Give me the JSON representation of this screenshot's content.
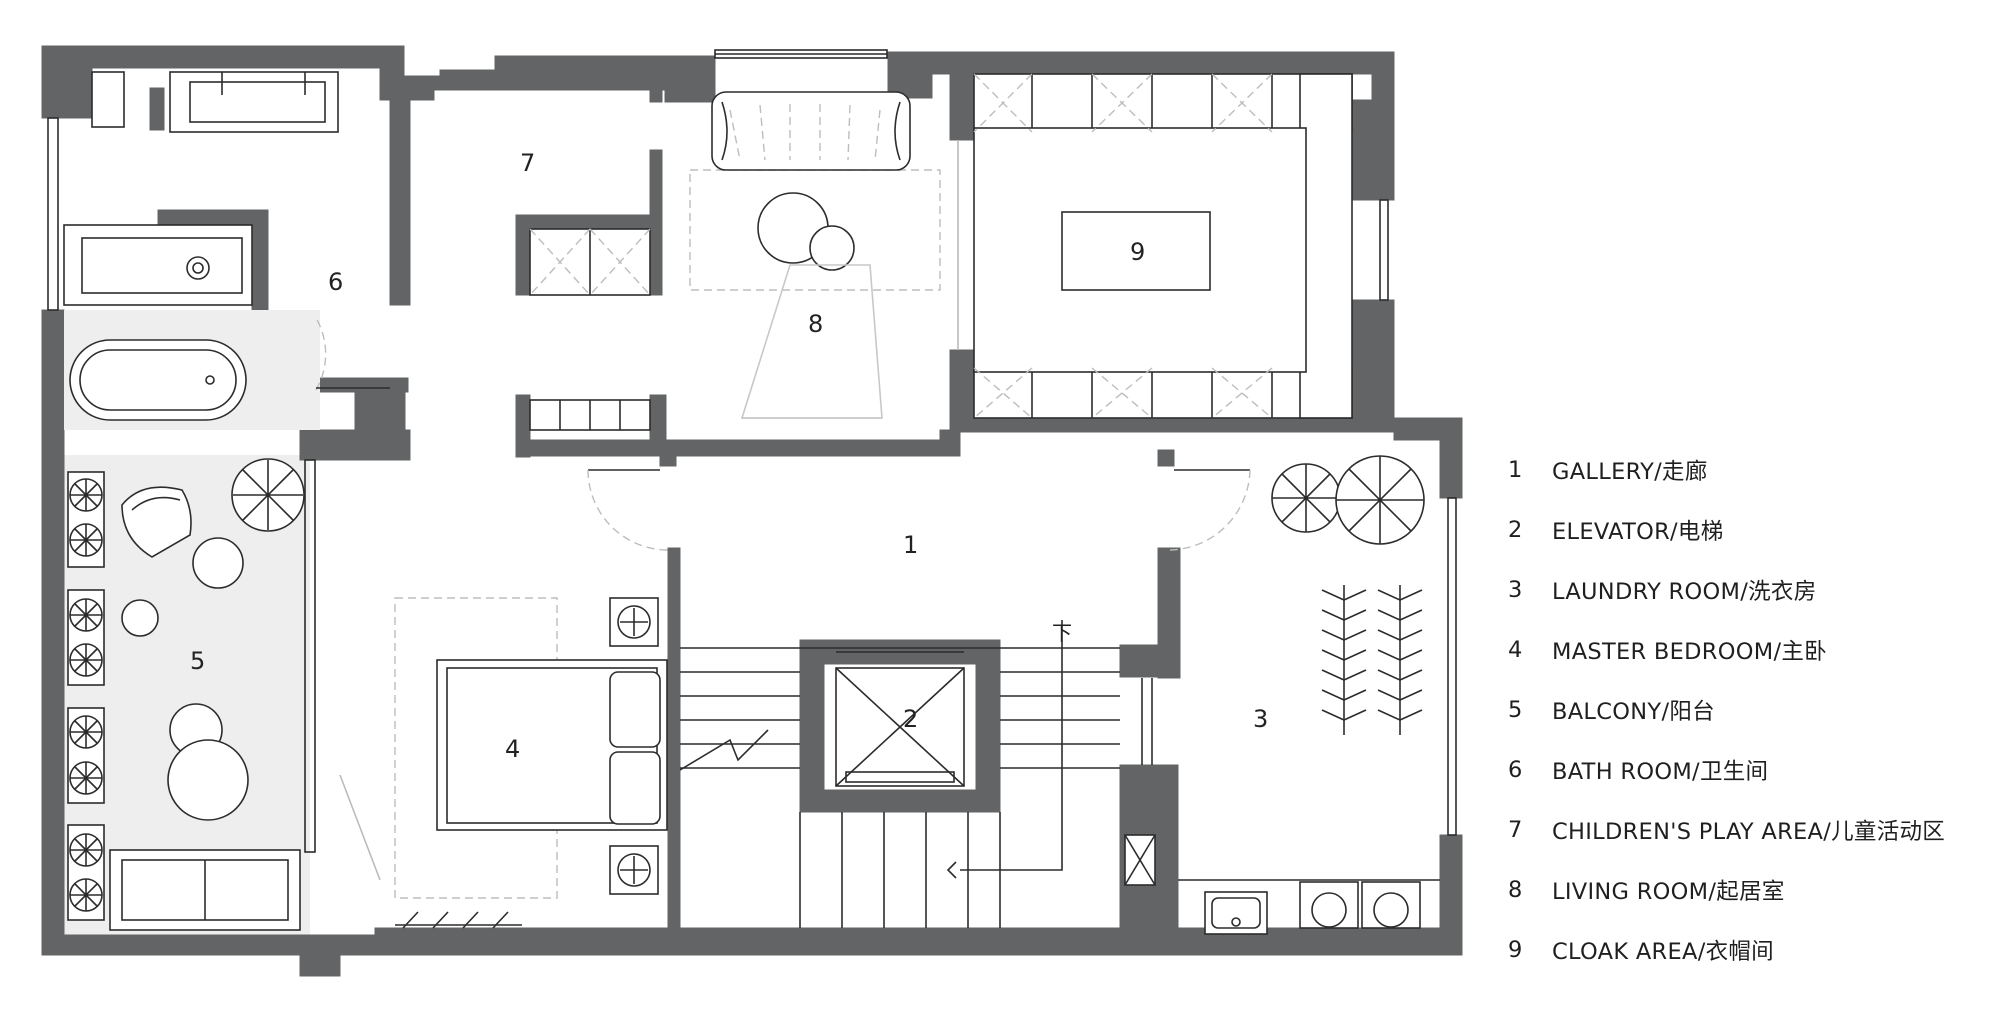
{
  "rooms": [
    {
      "num": "1",
      "label": "GALLERY/走廊"
    },
    {
      "num": "2",
      "label": "ELEVATOR/电梯"
    },
    {
      "num": "3",
      "label": "LAUNDRY ROOM/洗衣房"
    },
    {
      "num": "4",
      "label": "MASTER BEDROOM/主卧"
    },
    {
      "num": "5",
      "label": "BALCONY/阳台"
    },
    {
      "num": "6",
      "label": "BATH ROOM/卫生间"
    },
    {
      "num": "7",
      "label": "CHILDREN'S PLAY AREA/儿童活动区"
    },
    {
      "num": "8",
      "label": "LIVING ROOM/起居室"
    },
    {
      "num": "9",
      "label": "CLOAK AREA/衣帽间"
    }
  ],
  "stair_label": "下",
  "colors": {
    "wall": "#636466",
    "line": "#2c2c2c",
    "dash": "#bdbdbd",
    "balcony_floor": "#eeeeee",
    "text": "#1f1f1f"
  }
}
